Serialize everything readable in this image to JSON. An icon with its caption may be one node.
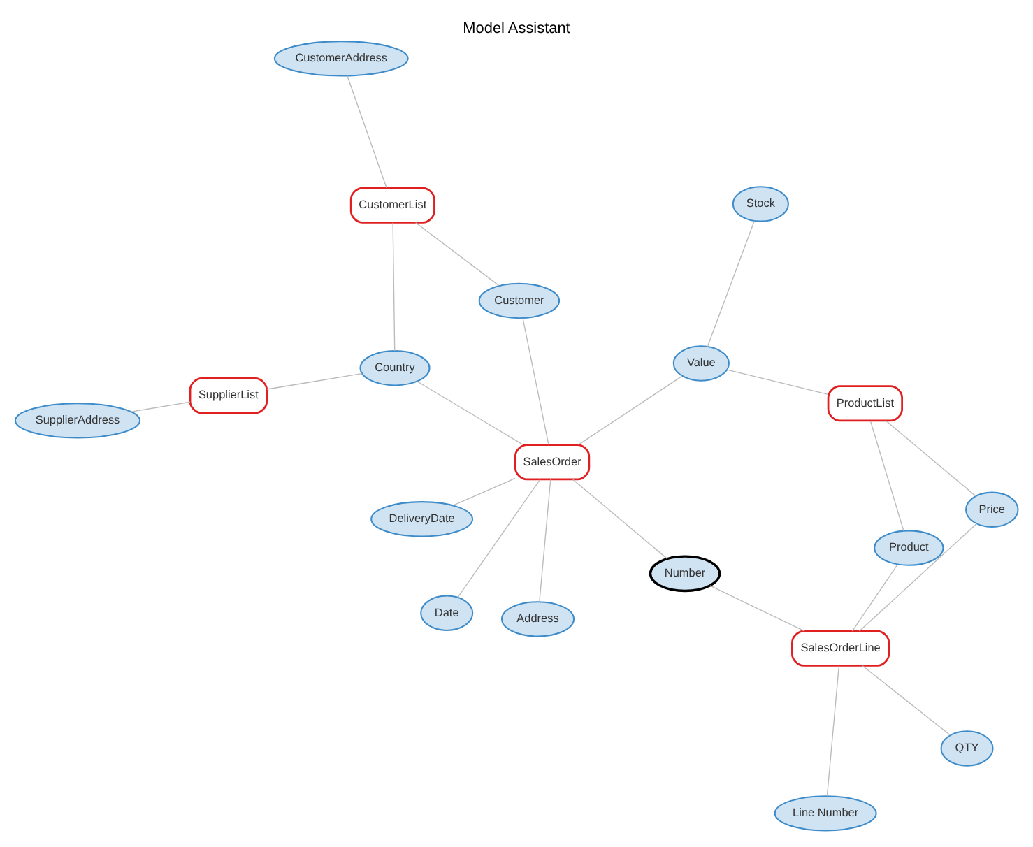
{
  "diagram": {
    "title": "Model Assistant",
    "nodes": [
      {
        "text": [
          "SupplierAddress"
        ]
      },
      {
        "text": [
          "CustomerAddress"
        ]
      },
      {
        "text": [
          "SupplierList"
        ]
      },
      {
        "text": [
          "CustomerList"
        ]
      },
      {
        "text": [
          "Country"
        ]
      },
      {
        "text": [
          "Customer"
        ]
      },
      {
        "text": [
          "Date"
        ]
      },
      {
        "text": [
          "Number"
        ]
      },
      {
        "text": [
          "SalesOrder"
        ]
      },
      {
        "text": [
          "Line Number"
        ]
      },
      {
        "text": [
          "Address"
        ]
      },
      {
        "text": [
          "Product"
        ]
      },
      {
        "text": [
          "SalesOrderLine"
        ]
      },
      {
        "text": [
          "Stock"
        ]
      },
      {
        "text": [
          "Value"
        ]
      },
      {
        "text": [
          "ProductList"
        ]
      },
      {
        "text": [
          "QTY"
        ]
      },
      {
        "text": [
          "DeliveryDate"
        ]
      },
      {
        "text": [
          "Price"
        ]
      }
    ],
    "edges": [
      {
        "from": 2,
        "to": 0,
        "arrow": "none"
      },
      {
        "from": 3,
        "to": 1,
        "arrow": "none"
      },
      {
        "from": 3,
        "to": 4,
        "arrow": "none"
      },
      {
        "from": 2,
        "to": 4,
        "arrow": "none"
      },
      {
        "from": 3,
        "to": 5,
        "arrow": "none"
      },
      {
        "from": 5,
        "to": 8,
        "arrow": "none"
      },
      {
        "from": 4,
        "to": 8,
        "arrow": "none"
      },
      {
        "from": 6,
        "to": 8,
        "arrow": "none"
      },
      {
        "from": 8,
        "to": 7,
        "arrow": "none"
      },
      {
        "from": 8,
        "to": 10,
        "arrow": "none"
      },
      {
        "from": 8,
        "to": 14,
        "arrow": "none"
      },
      {
        "from": 8,
        "to": 17,
        "arrow": "none"
      },
      {
        "from": 7,
        "to": 12,
        "arrow": "none"
      },
      {
        "from": 12,
        "to": 9,
        "arrow": "none"
      },
      {
        "from": 11,
        "to": 12,
        "arrow": "none"
      },
      {
        "from": 12,
        "to": 16,
        "arrow": "none"
      },
      {
        "from": 12,
        "to": 18,
        "arrow": "none"
      },
      {
        "from": 11,
        "to": 15,
        "arrow": "none"
      },
      {
        "from": 15,
        "to": 18,
        "arrow": "none"
      },
      {
        "from": 13,
        "to": 14,
        "arrow": "none"
      },
      {
        "from": 14,
        "to": 15,
        "arrow": "none"
      }
    ]
  }
}
